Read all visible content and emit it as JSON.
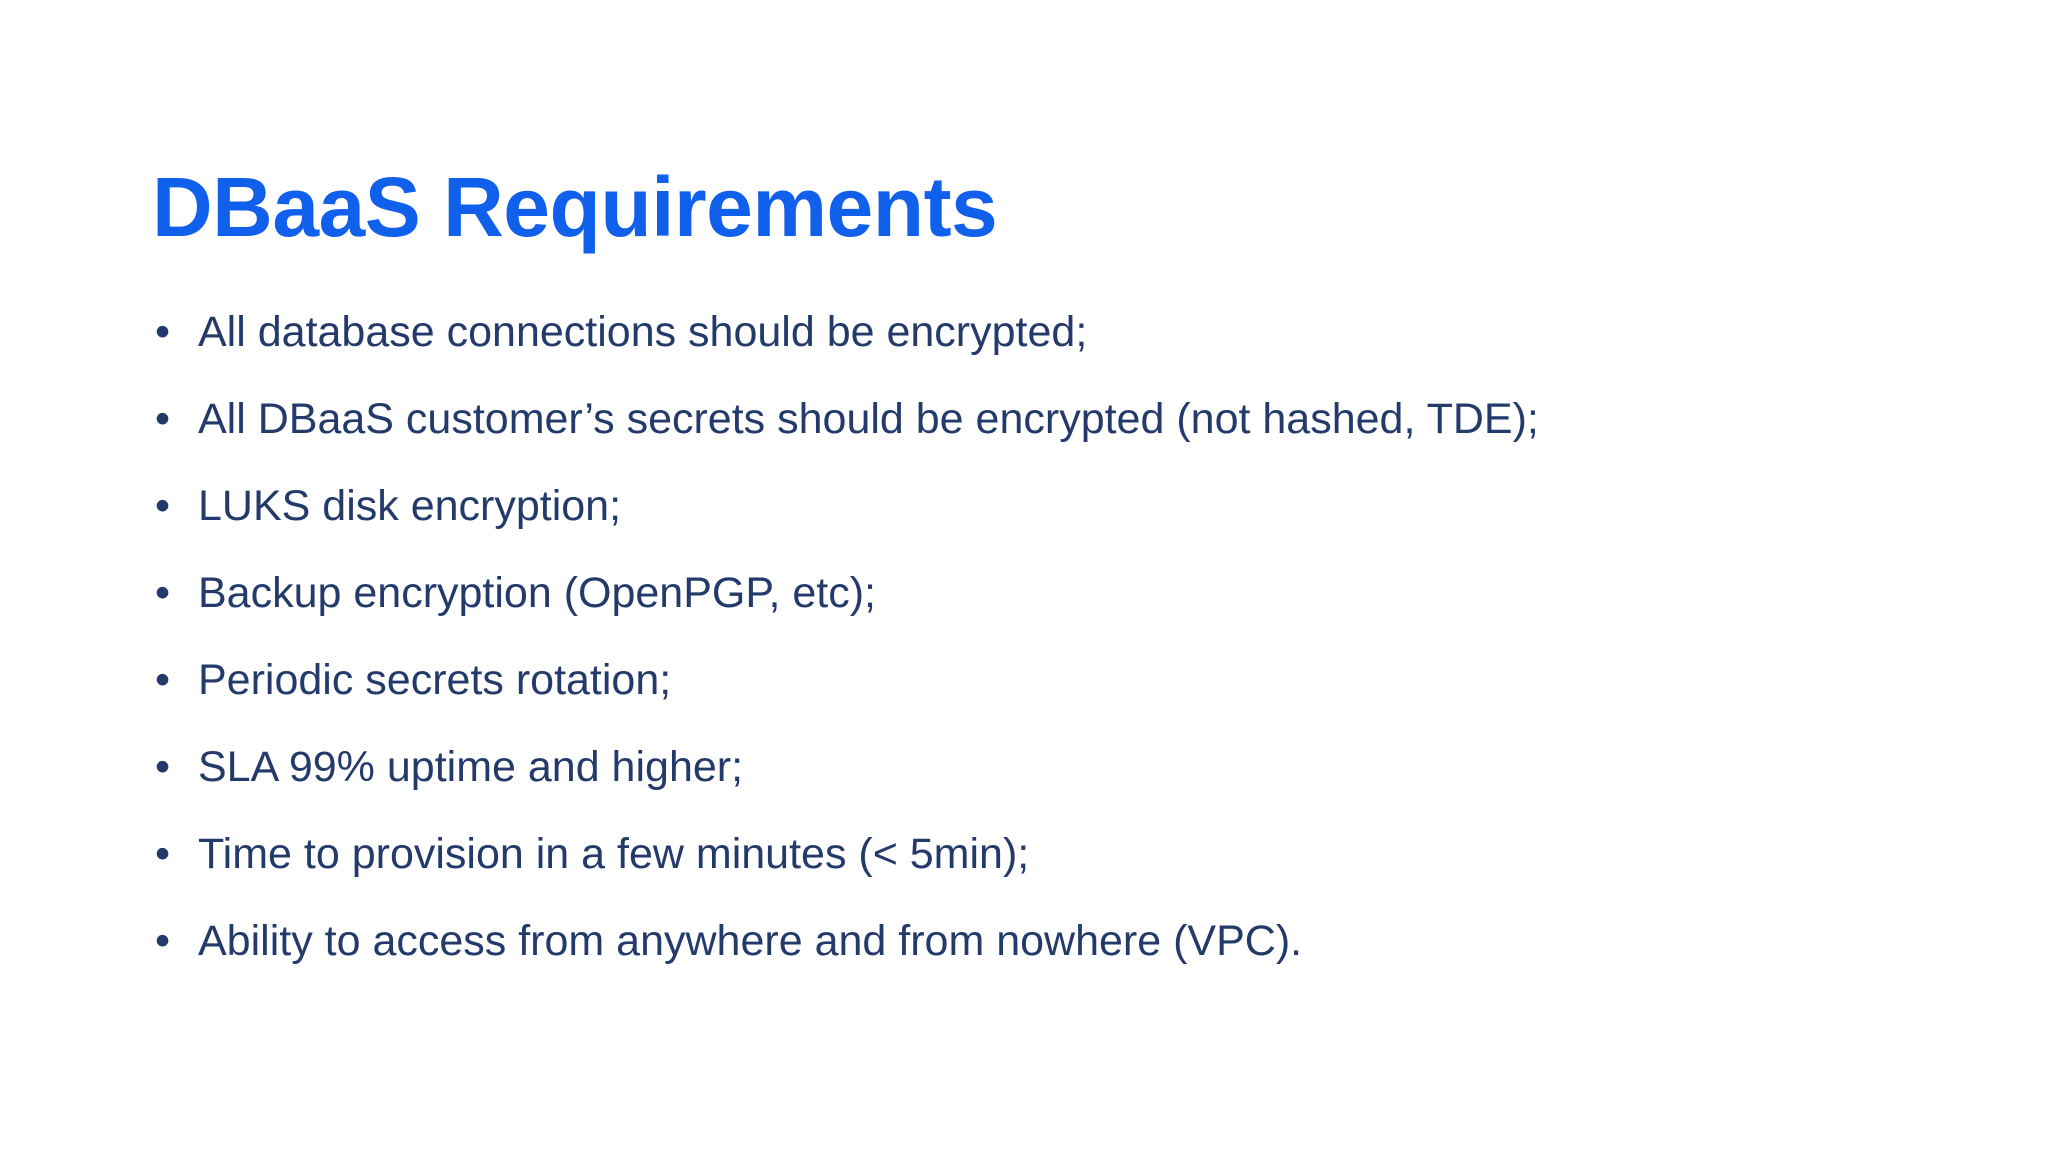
{
  "slide": {
    "title": "DBaaS Requirements",
    "title_color": "#1060ec",
    "body_color": "#233a6b",
    "background_color": "#ffffff",
    "bullet_marker": "•",
    "bullets": [
      {
        "text": "All database connections should be encrypted;"
      },
      {
        "text": "All DBaaS customer’s secrets should be encrypted (not hashed, TDE);"
      },
      {
        "text": "LUKS disk encryption;"
      },
      {
        "text": "Backup encryption (OpenPGP, etc);"
      },
      {
        "text": "Periodic secrets rotation;"
      },
      {
        "text": "SLA 99% uptime and higher;"
      },
      {
        "text": "Time to provision in a few minutes (< 5min);"
      },
      {
        "text": "Ability to access from anywhere and from nowhere (VPC)."
      }
    ]
  }
}
